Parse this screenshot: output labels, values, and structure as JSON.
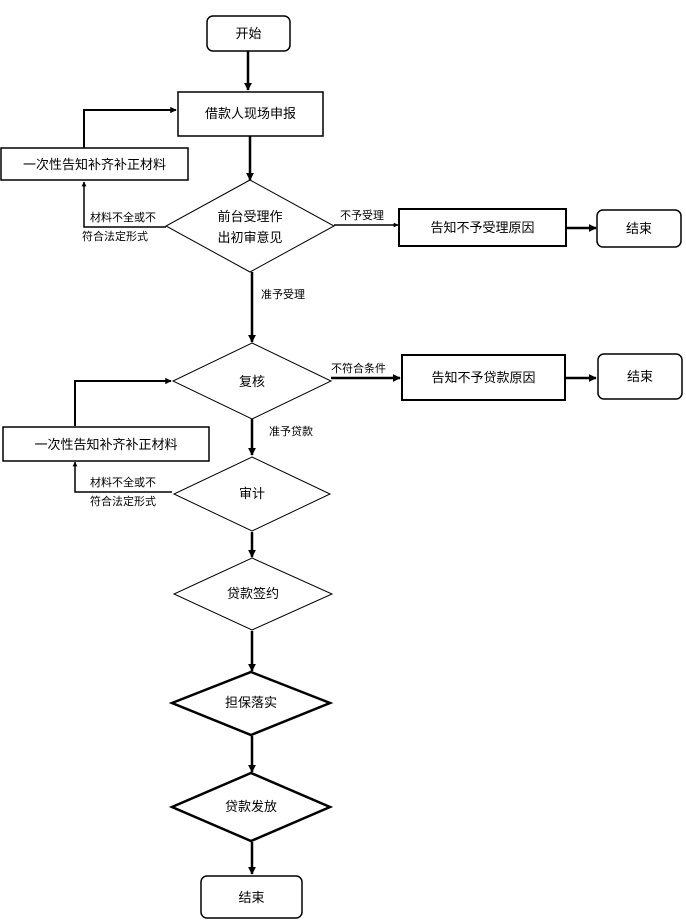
{
  "nodes": {
    "start": "开始",
    "apply": "借款人现场申报",
    "supplement_1": "一次性告知补齐补正材料",
    "front_review_line1": "前台受理作",
    "front_review_line2": "出初审意见",
    "reject_reason_1": "告知不予受理原因",
    "end_1": "结束",
    "recheck": "复核",
    "reject_reason_2": "告知不予贷款原因",
    "end_2": "结束",
    "supplement_2": "一次性告知补齐补正材料",
    "audit": "审计",
    "sign": "贷款签约",
    "guarantee": "担保落实",
    "disburse": "贷款发放",
    "end_final": "结束"
  },
  "edges": {
    "incomplete_1_line1": "材料不全或不",
    "incomplete_1_line2": "符合法定形式",
    "not_accepted": "不予受理",
    "accepted": "准予受理",
    "not_qualified": "不符合条件",
    "loan_approved": "准予贷款",
    "incomplete_2_line1": "材料不全或不",
    "incomplete_2_line2": "符合法定形式"
  }
}
